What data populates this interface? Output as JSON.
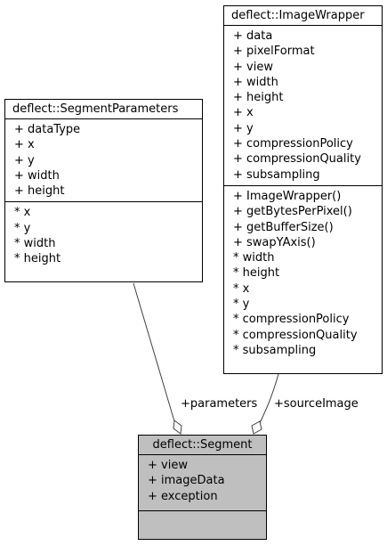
{
  "classes": {
    "image_wrapper": {
      "name": "deflect::ImageWrapper",
      "attributes": [
        "+ data",
        "+ pixelFormat",
        "+ view",
        "+ width",
        "+ height",
        "+ x",
        "+ y",
        "+ compressionPolicy",
        "+ compressionQuality",
        "+ subsampling"
      ],
      "operations": [
        "+ ImageWrapper()",
        "+ getBytesPerPixel()",
        "+ getBufferSize()",
        "+ swapYAxis()",
        "* width",
        "* height",
        "* x",
        "* y",
        "* compressionPolicy",
        "* compressionQuality",
        "* subsampling"
      ]
    },
    "segment_parameters": {
      "name": "deflect::SegmentParameters",
      "attributes": [
        "+ dataType",
        "+ x",
        "+ y",
        "+ width",
        "+ height"
      ],
      "operations": [
        "* x",
        "* y",
        "* width",
        "* height"
      ]
    },
    "segment": {
      "name": "deflect::Segment",
      "attributes": [
        "+ view",
        "+ imageData",
        "+ exception"
      ],
      "operations": []
    }
  },
  "edges": {
    "parameters_label": "+parameters",
    "source_image_label": "+sourceImage"
  }
}
